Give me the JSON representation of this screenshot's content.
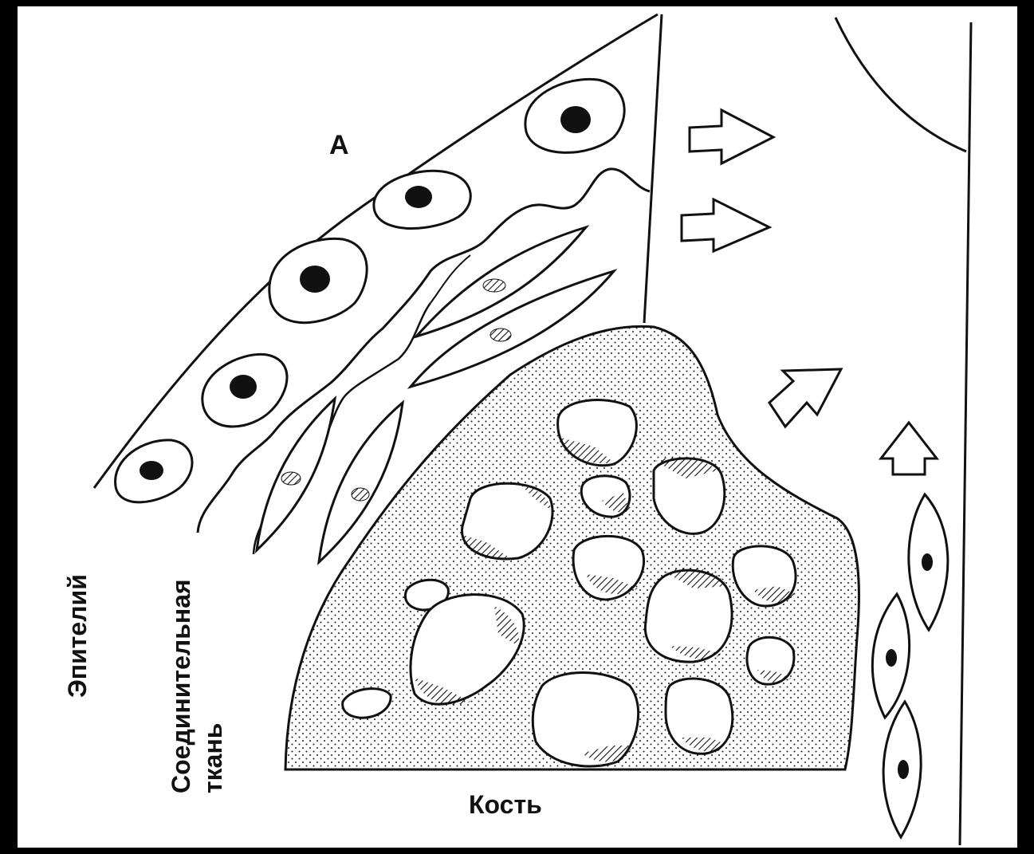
{
  "labels": {
    "panel_letter": "А",
    "epithelium": "Эпителий",
    "connective_line1": "Соединительная",
    "connective_line2": "ткань",
    "bone": "Кость"
  },
  "colors": {
    "background_frame": "#000000",
    "paper": "#ffffff",
    "ink": "#111111"
  }
}
